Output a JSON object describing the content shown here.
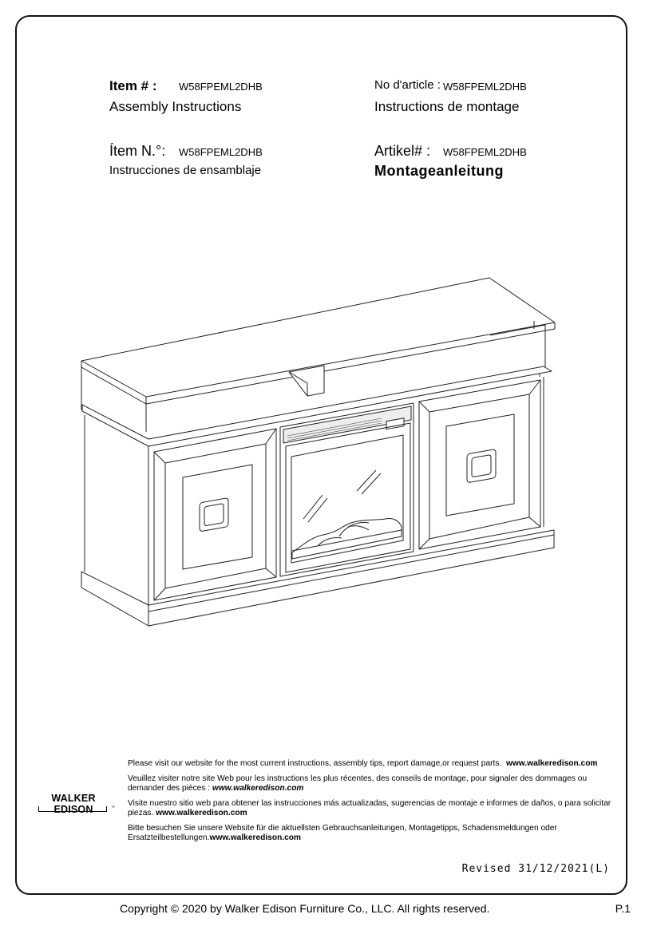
{
  "header": {
    "en": {
      "item_label": "Item # :",
      "item_code": "W58FPEML2DHB",
      "title": "Assembly  Instructions"
    },
    "fr": {
      "item_label": "No d'article :",
      "item_code": "W58FPEML2DHB",
      "title": "Instructions de montage"
    },
    "es": {
      "item_label": "Ítem N.°:",
      "item_code": "W58FPEML2DHB",
      "title": "Instrucciones de ensamblaje"
    },
    "de": {
      "item_label": "Artikel# :",
      "item_code": "W58FPEML2DHB",
      "title": "Montageanleitung"
    }
  },
  "logo": {
    "text": "WALKER EDISON",
    "tm": "™"
  },
  "notes": {
    "en": {
      "text": "Please visit our website for the most current instructions, assembly tips, report damage,or request parts.",
      "url": "www.walkeredison.com"
    },
    "fr": {
      "text": "Veuillez visiter notre site Web pour les instructions les plus récentes, des conseils de montage, pour signaler des dommages ou demander des pièces :",
      "url": "www.walkeredison.com"
    },
    "es": {
      "text": "Visite nuestro sitio web para obtener las instrucciones más actualizadas, sugerencias de montaje e informes de daños, o para solicitar piezas.",
      "url": "www.walkeredison.com"
    },
    "de": {
      "text": "Bitte besuchen Sie unsere Website für die aktuellsten Gebrauchsanleitungen, Montagetipps, Schadensmeldungen oder Ersatzteilbestellungen.",
      "url": "www.walkeredison.com"
    }
  },
  "revised": "Revised 31/12/2021(L)",
  "footer": {
    "copyright": "Copyright  © 2020 by Walker Edison Furniture Co., LLC. All rights reserved.",
    "page": "P.1"
  }
}
